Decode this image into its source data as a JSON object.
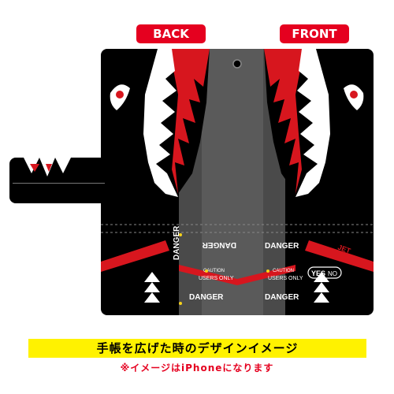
{
  "labels": {
    "back": "BACK",
    "front": "FRONT"
  },
  "case_text": {
    "danger": "DANGER",
    "caution": "CAUTION",
    "users_only": "USERS ONLY",
    "jet": "JET",
    "yes": "YES",
    "no": "NO"
  },
  "caption": "手帳を広げた時のデザインイメージ",
  "note": "※イメージはiPhoneになります",
  "colors": {
    "label_red": "#e5001f",
    "caption_bg": "#fff200",
    "note_red": "#e5001f",
    "case_black": "#000000",
    "spine_gray": "#4a4a4a",
    "accent_red": "#d7161e",
    "white": "#ffffff"
  }
}
